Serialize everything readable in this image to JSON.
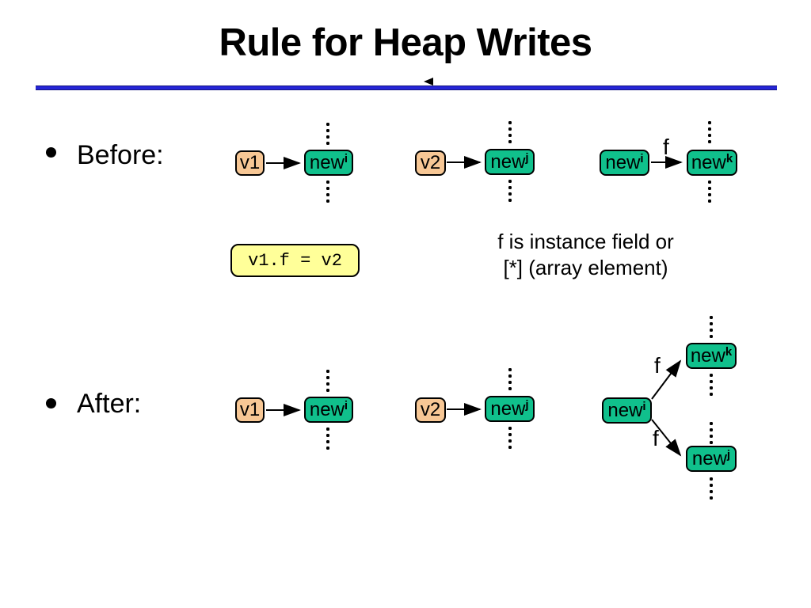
{
  "title": "Rule for Heap Writes",
  "sections": {
    "before": {
      "label": "Before:"
    },
    "after": {
      "label": "After:"
    }
  },
  "statement_box": {
    "code": "v1.f = v2"
  },
  "annotation": {
    "line1": "f is instance field or",
    "line2": "[*] (array element)"
  },
  "edge_label": "f",
  "nodes": {
    "before": [
      {
        "label": "v1",
        "type": "var"
      },
      {
        "label": "new",
        "sup": "i",
        "type": "heap"
      },
      {
        "label": "v2",
        "type": "var"
      },
      {
        "label": "new",
        "sup": "j",
        "type": "heap"
      },
      {
        "label": "new",
        "sup": "i",
        "type": "heap"
      },
      {
        "label": "new",
        "sup": "k",
        "type": "heap"
      }
    ],
    "after": [
      {
        "label": "v1",
        "type": "var"
      },
      {
        "label": "new",
        "sup": "i",
        "type": "heap"
      },
      {
        "label": "v2",
        "type": "var"
      },
      {
        "label": "new",
        "sup": "j",
        "type": "heap"
      },
      {
        "label": "new",
        "sup": "i",
        "type": "heap"
      },
      {
        "label": "new",
        "sup": "k",
        "type": "heap"
      },
      {
        "label": "new",
        "sup": "j",
        "type": "heap"
      }
    ]
  },
  "colors": {
    "accent_line": "#2525D6",
    "var_node_fill": "#F7C795",
    "heap_node_fill": "#10C08C",
    "statement_box_fill": "#FFFF99"
  }
}
